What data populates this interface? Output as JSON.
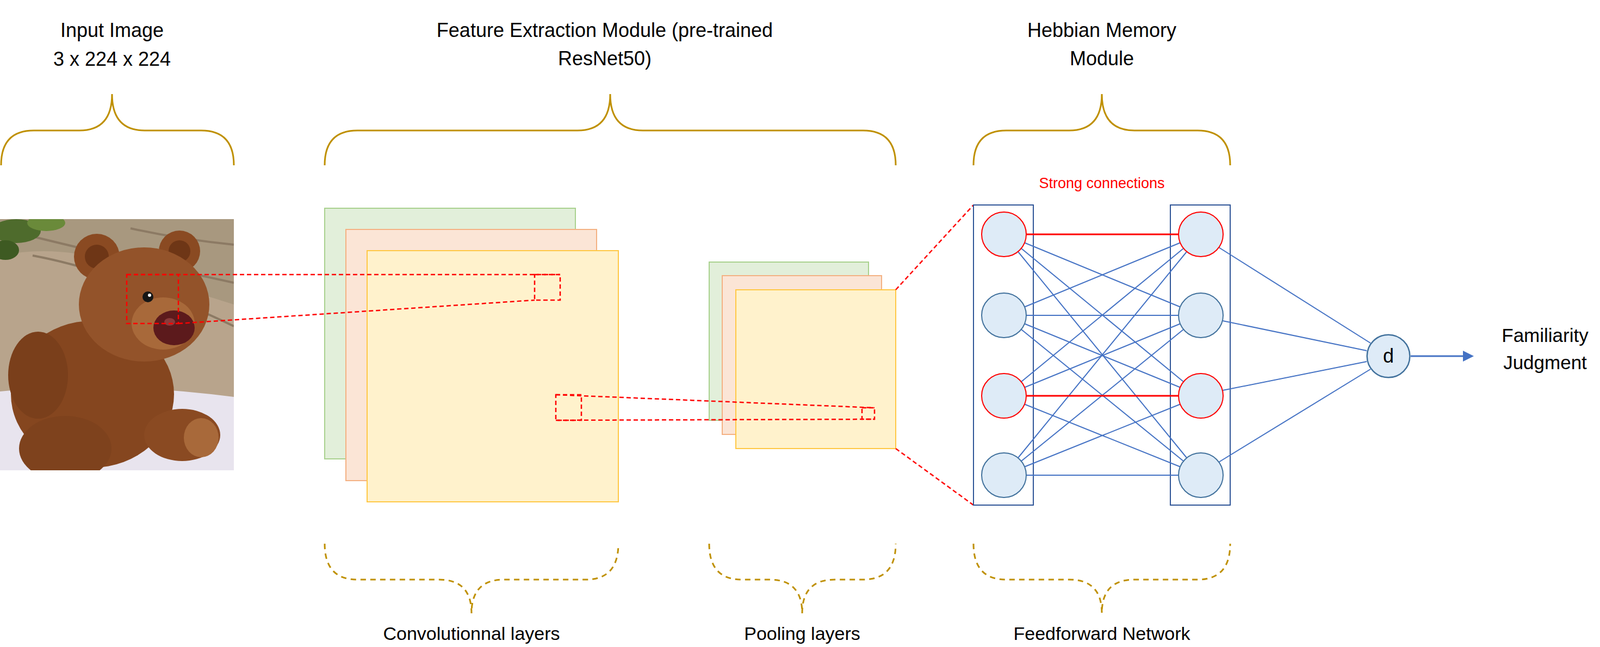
{
  "diagram": {
    "nodes": [
      {
        "text": [
          "d"
        ]
      }
    ],
    "labels": [
      "Input Image",
      "3 x 224 x 224",
      "Feature Extraction Module (pre-trained ResNet50)",
      "Hebbian Memory Module",
      "Strong connections",
      "Familiarity Judgment",
      "Convolutionnal layers",
      "Pooling layers",
      "Feedforward Network"
    ]
  }
}
